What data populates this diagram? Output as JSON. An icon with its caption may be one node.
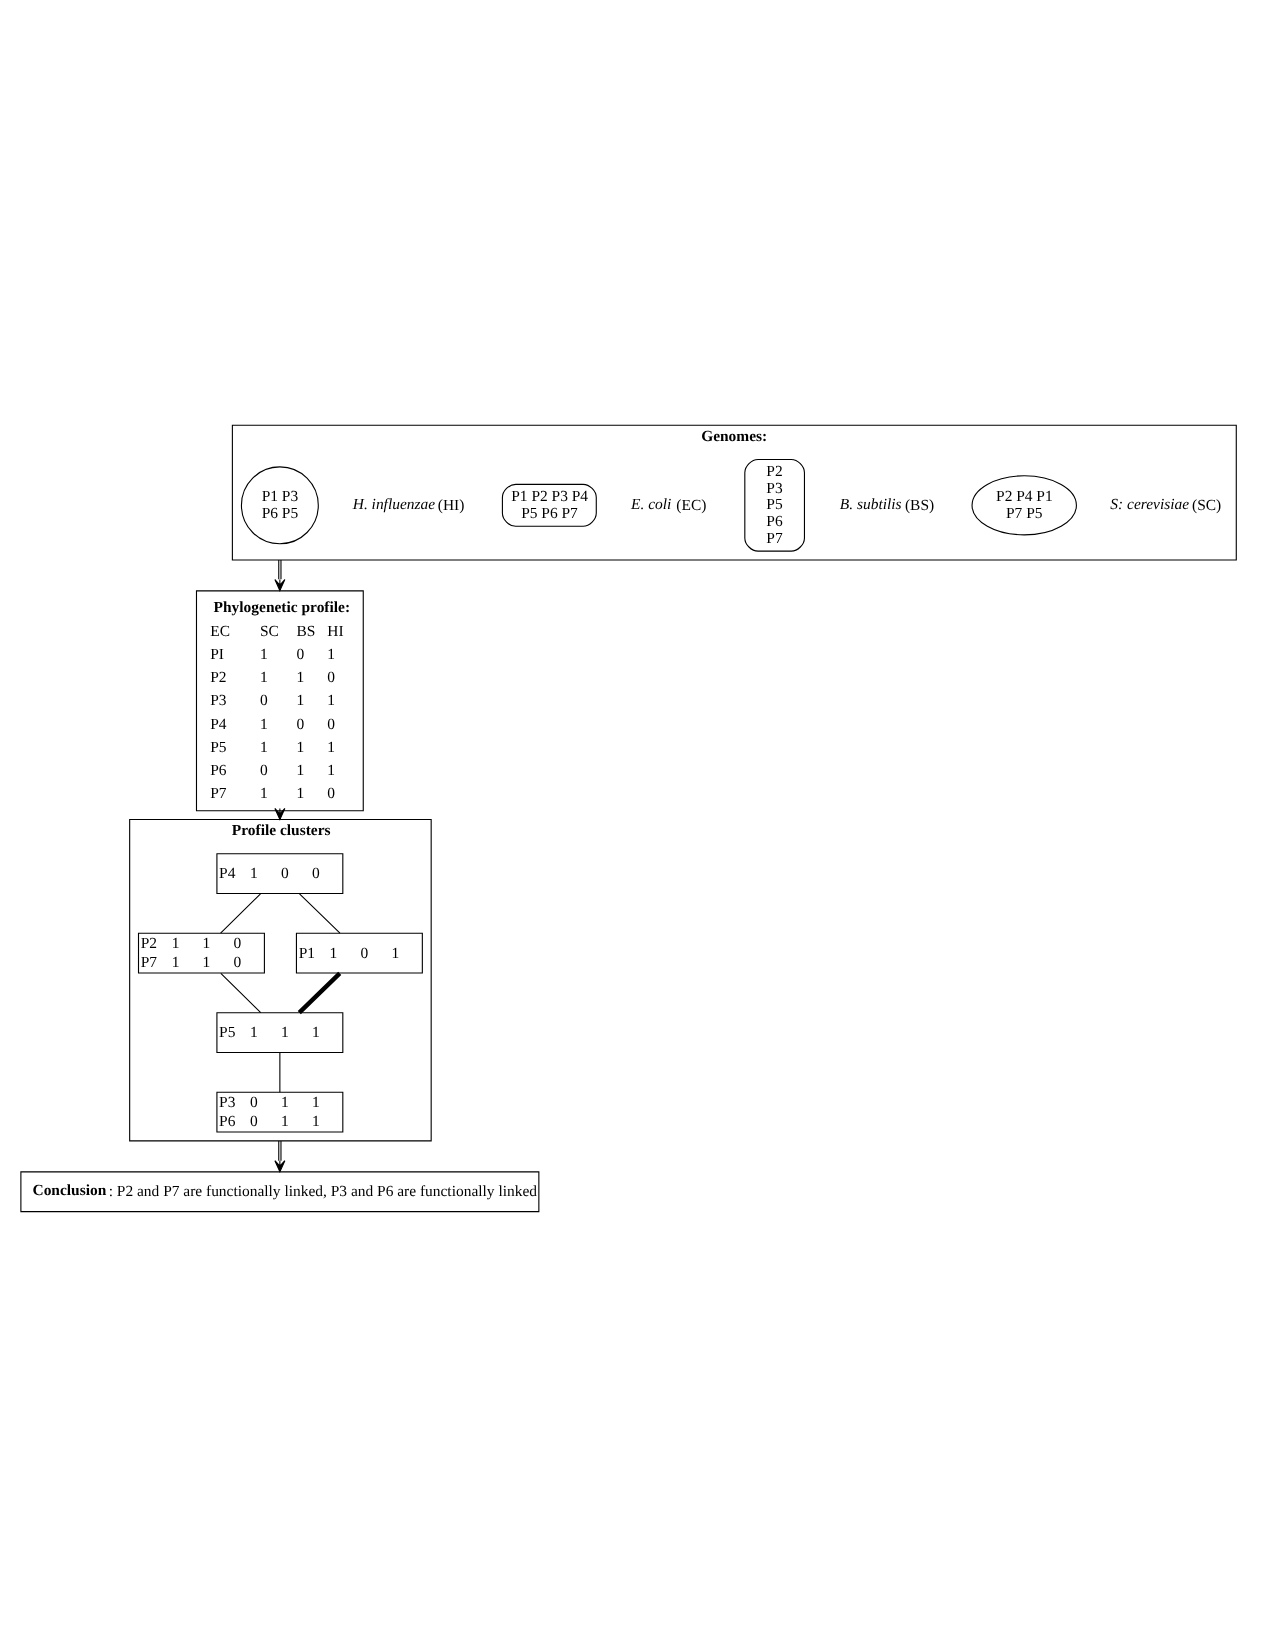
{
  "diagram": {
    "nodes": [
      {
        "text": [
          "Genomes:"
        ]
      },
      {
        "text": [
          "P2 P4 P1 P7 P5"
        ],
        "in": 0,
        "beside": [
          "*S: cerevisiae* (SC)"
        ]
      },
      {
        "text": [
          "P2 P3 P5 P6 P7"
        ],
        "in": 0,
        "beside": [
          "*B. subtilis* (BS)"
        ]
      },
      {
        "text": [
          "P1 P2 P3 P4 P5 P6 P7"
        ],
        "in": 0,
        "beside": [
          "*E. coli* (EC)"
        ]
      },
      {
        "text": [
          "P1 P3 P6 P5"
        ],
        "in": 0,
        "beside": [
          "*H. influenzae* (HI)"
        ]
      },
      {
        "text": [
          "Phylogenetic profile:",
          "EC SC BS HI PI 1 0 1 P2 1 1 0 P3 0 1 1 P4 1 0 0 P5 1 1 1 P6 0 1 1 P7 1 1 0"
        ]
      },
      {
        "text": [
          "Profile clusters"
        ]
      },
      {
        "text": [
          "P4 1 0 0"
        ],
        "in": 6
      },
      {
        "text": [
          "P2 1 1 0 P7 1 1 0"
        ],
        "in": 6
      },
      {
        "text": [
          "P1 1 0 1"
        ],
        "in": 6
      },
      {
        "text": [
          "P5 1 1 1"
        ],
        "in": 6
      },
      {
        "text": [
          "P3 0 1 1 P6 0 1 1"
        ],
        "in": 6
      },
      {
        "text": [
          "**Conclusion**: P2 and P7 are functionally linked, P3 and P6 are functionally linked"
        ]
      }
    ],
    "edges": [
      {
        "from": 0,
        "to": 5,
        "arrow": "to"
      },
      {
        "from": 5,
        "to": 6,
        "arrow": "to"
      },
      {
        "from": 7,
        "to": 9,
        "arrow": "none"
      },
      {
        "from": 7,
        "to": 8,
        "arrow": "none"
      },
      {
        "from": 8,
        "to": 10,
        "arrow": "none"
      },
      {
        "from": 9,
        "to": 10,
        "arrow": "none",
        "style": "thick"
      },
      {
        "from": 10,
        "to": 11,
        "arrow": "none"
      },
      {
        "from": 6,
        "to": 12,
        "arrow": "to"
      }
    ]
  }
}
